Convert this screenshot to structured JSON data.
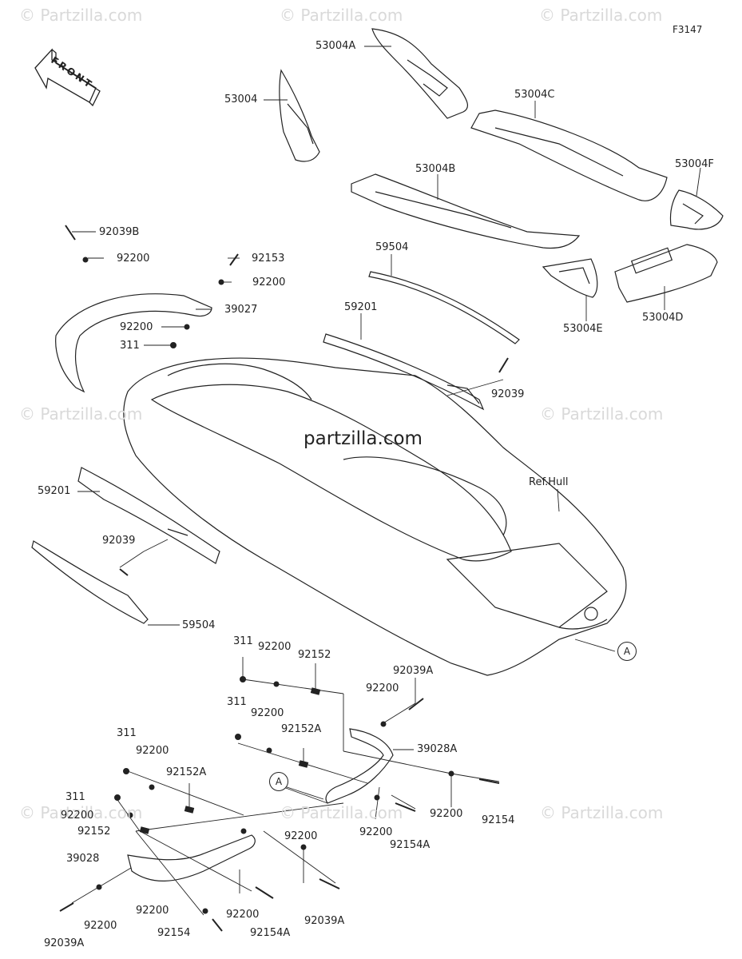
{
  "figure_code": "F3147",
  "front_label": "FRONT",
  "watermark_text": "© Partzilla.com",
  "center_watermark": "partzilla.com",
  "ref_hull": "Ref.Hull",
  "callout_letter": "A",
  "parts": {
    "p53004A": "53004A",
    "p53004": "53004",
    "p53004C": "53004C",
    "p53004B": "53004B",
    "p53004F": "53004F",
    "p53004E": "53004E",
    "p53004D": "53004D",
    "p59504_top": "59504",
    "p59201_top": "59201",
    "p92039_right": "92039",
    "p92039B": "92039B",
    "p92200_a": "92200",
    "p92153": "92153",
    "p92200_b": "92200",
    "p39027": "39027",
    "p92200_c": "92200",
    "p311_a": "311",
    "p59201_left": "59201",
    "p92039_left": "92039",
    "p59504_left": "59504",
    "p311_b": "311",
    "p92200_d": "92200",
    "p92152_a": "92152",
    "p92039A_a": "92039A",
    "p92200_e": "92200",
    "p311_c": "311",
    "p92200_f": "92200",
    "p92152A_a": "92152A",
    "p39028A": "39028A",
    "p311_d": "311",
    "p92200_g": "92200",
    "p92152A_b": "92152A",
    "p311_e": "311",
    "p92200_h": "92200",
    "p92152_b": "92152",
    "p39028": "39028",
    "p92200_i": "92200",
    "p92154_a": "92154",
    "p92200_j": "92200",
    "p92154A_a": "92154A",
    "p92200_k": "92200",
    "p92200_l": "92200",
    "p92154_b": "92154",
    "p92200_m": "92200",
    "p92154A_b": "92154A",
    "p92039A_b": "92039A",
    "p92200_n": "92200",
    "p92039A_c": "92039A"
  }
}
